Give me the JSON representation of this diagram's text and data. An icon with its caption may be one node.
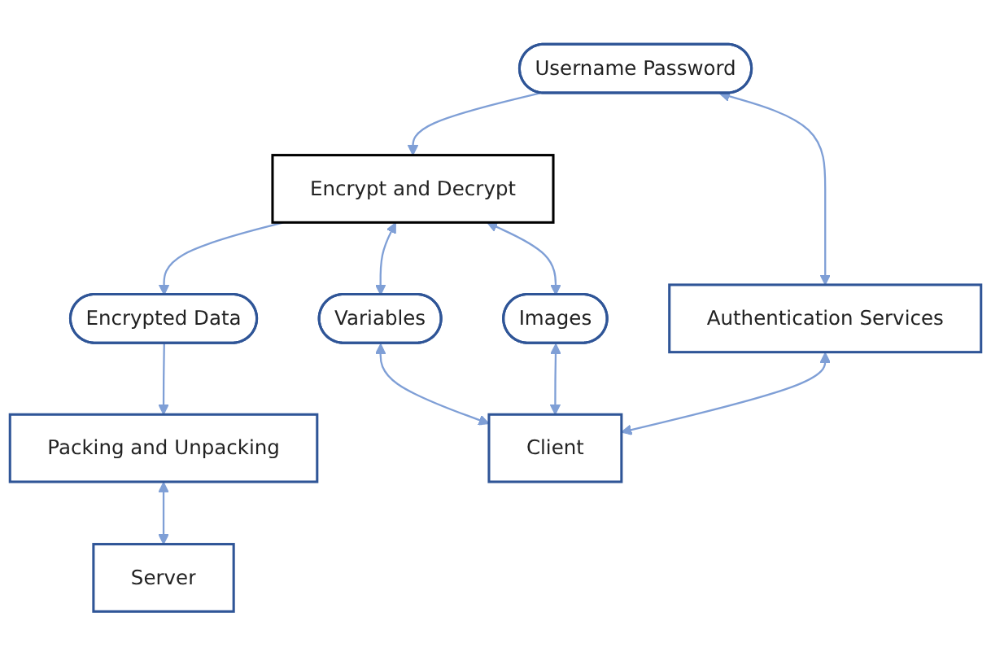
{
  "diagram": {
    "nodes": [
      {
        "text": [
          "Username Password"
        ]
      },
      {
        "text": [
          "Encrypt and Decrypt"
        ]
      },
      {
        "text": [
          "Encrypted Data"
        ]
      },
      {
        "text": [
          "Authentication Services"
        ]
      },
      {
        "text": [
          "Packing and Unpacking"
        ]
      },
      {
        "text": [
          "Images"
        ]
      },
      {
        "text": [
          "Variables"
        ]
      },
      {
        "text": [
          "Server"
        ]
      },
      {
        "text": [
          "Client"
        ]
      }
    ],
    "edges": [
      {
        "from": 0,
        "to": 1,
        "arrow": "to"
      },
      {
        "from": 1,
        "to": 2,
        "arrow": "to"
      },
      {
        "from": 0,
        "to": 3,
        "arrow": "both"
      },
      {
        "from": 2,
        "to": 4,
        "arrow": "to"
      },
      {
        "from": 1,
        "to": 6,
        "arrow": "both"
      },
      {
        "from": 1,
        "to": 5,
        "arrow": "both"
      },
      {
        "from": 4,
        "to": 7,
        "arrow": "both"
      },
      {
        "from": 3,
        "to": 8,
        "arrow": "both"
      },
      {
        "from": 6,
        "to": 8,
        "arrow": "both"
      },
      {
        "from": 5,
        "to": 8,
        "arrow": "both"
      }
    ]
  }
}
